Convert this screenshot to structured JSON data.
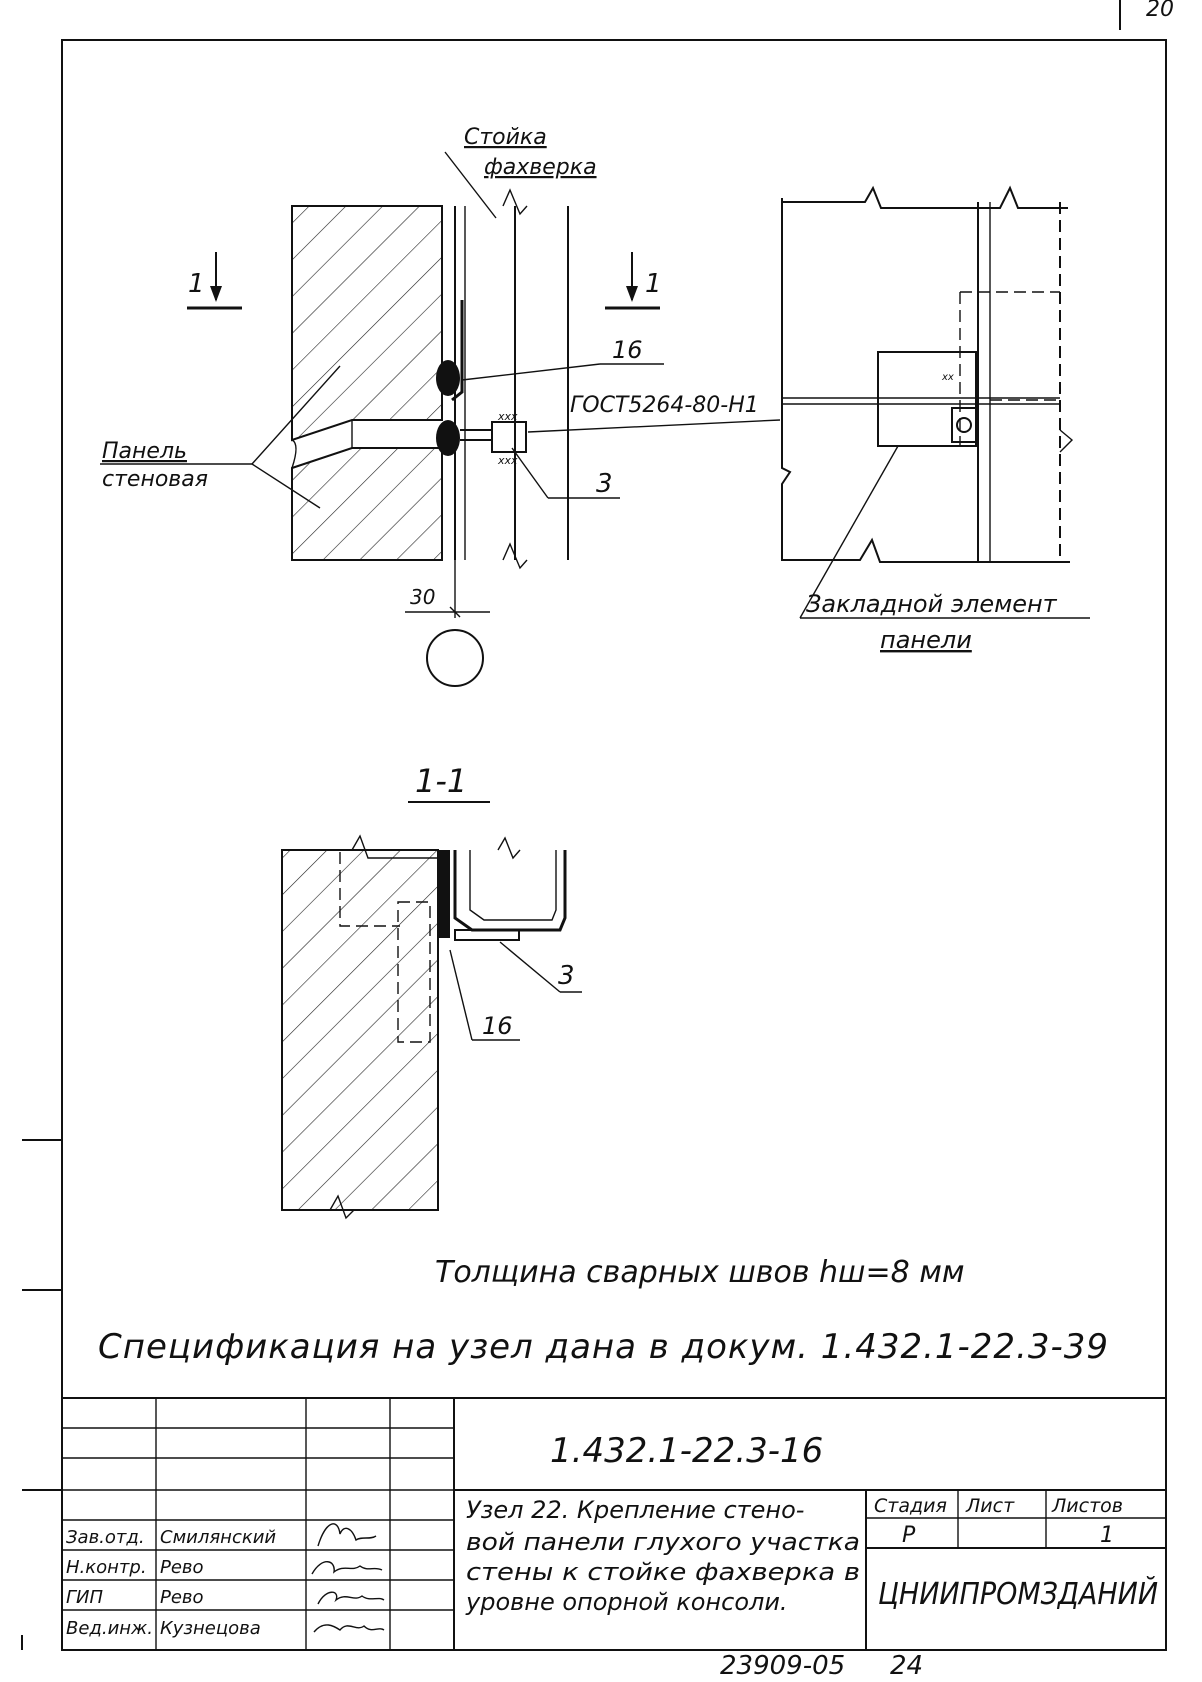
{
  "page_corner": "20",
  "upper_view": {
    "label_post": [
      "Стойка",
      "фахверка"
    ],
    "label_panel": [
      "Панель",
      "стеновая"
    ],
    "label_weld": "ГОСТ5264-80-Н1",
    "label_item_16": "16",
    "label_item_3": "3",
    "dim_gap": "30",
    "section_mark_left": "1",
    "section_mark_right": "1"
  },
  "right_view": {
    "label_embedded": [
      "Закладной элемент",
      "панели"
    ]
  },
  "section_view": {
    "title": "1-1",
    "label_item_3": "3",
    "label_item_16": "16"
  },
  "notes": {
    "weld_thickness": "Толщина сварных швов hш=8 мм",
    "specification": "Спецификация на узел дана в докум. 1.432.1-22.3-39"
  },
  "title_block": {
    "doc_code": "1.432.1-22.3-16",
    "description": [
      "Узел 22. Крепление стено-",
      "вой панели глухого участка",
      "стены к стойке фахверка в",
      "уровне опорной консоли."
    ],
    "stage_header": "Стадия",
    "sheet_header": "Лист",
    "sheets_header": "Листов",
    "stage_value": "Р",
    "sheet_value": "",
    "sheets_value": "1",
    "organization": "ЦНИИПРОМЗДАНИЙ",
    "signatures": [
      {
        "role": "Зав.отд.",
        "name": "Смилянский"
      },
      {
        "role": "Н.контр.",
        "name": "Рево"
      },
      {
        "role": "ГИП",
        "name": "Рево"
      },
      {
        "role": "Вед.инж.",
        "name": "Кузнецова"
      }
    ]
  },
  "footer": {
    "inventory_number": "23909-05",
    "page_number": "24"
  }
}
